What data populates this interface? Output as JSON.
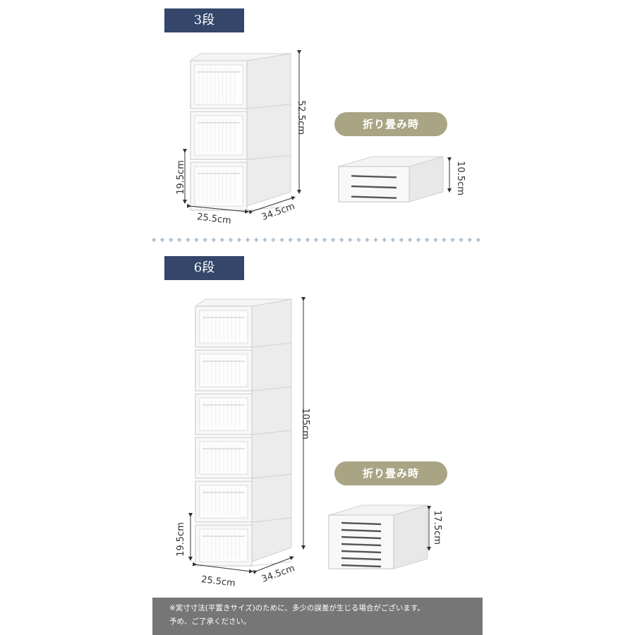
{
  "section1": {
    "tag": "3段",
    "fold_label": "折り畳み時",
    "height": "52.5cm",
    "drawer_height": "19.5cm",
    "width": "25.5cm",
    "depth": "34.5cm",
    "folded_height": "10.5cm"
  },
  "section2": {
    "tag": "6段",
    "fold_label": "折り畳み時",
    "height": "105cm",
    "drawer_height": "19.5cm",
    "width": "25.5cm",
    "depth": "34.5cm",
    "folded_height": "17.5cm"
  },
  "note": {
    "line1": "※実寸寸法(平置きサイズ)のために、多少の誤差が生じる場合がございます。",
    "line2": "予め、ご了承ください。"
  },
  "colors": {
    "tag_bg": "#34466a",
    "pill_bg": "#a8a484",
    "divider": "#9cb4c8",
    "note_bg": "#767676"
  }
}
